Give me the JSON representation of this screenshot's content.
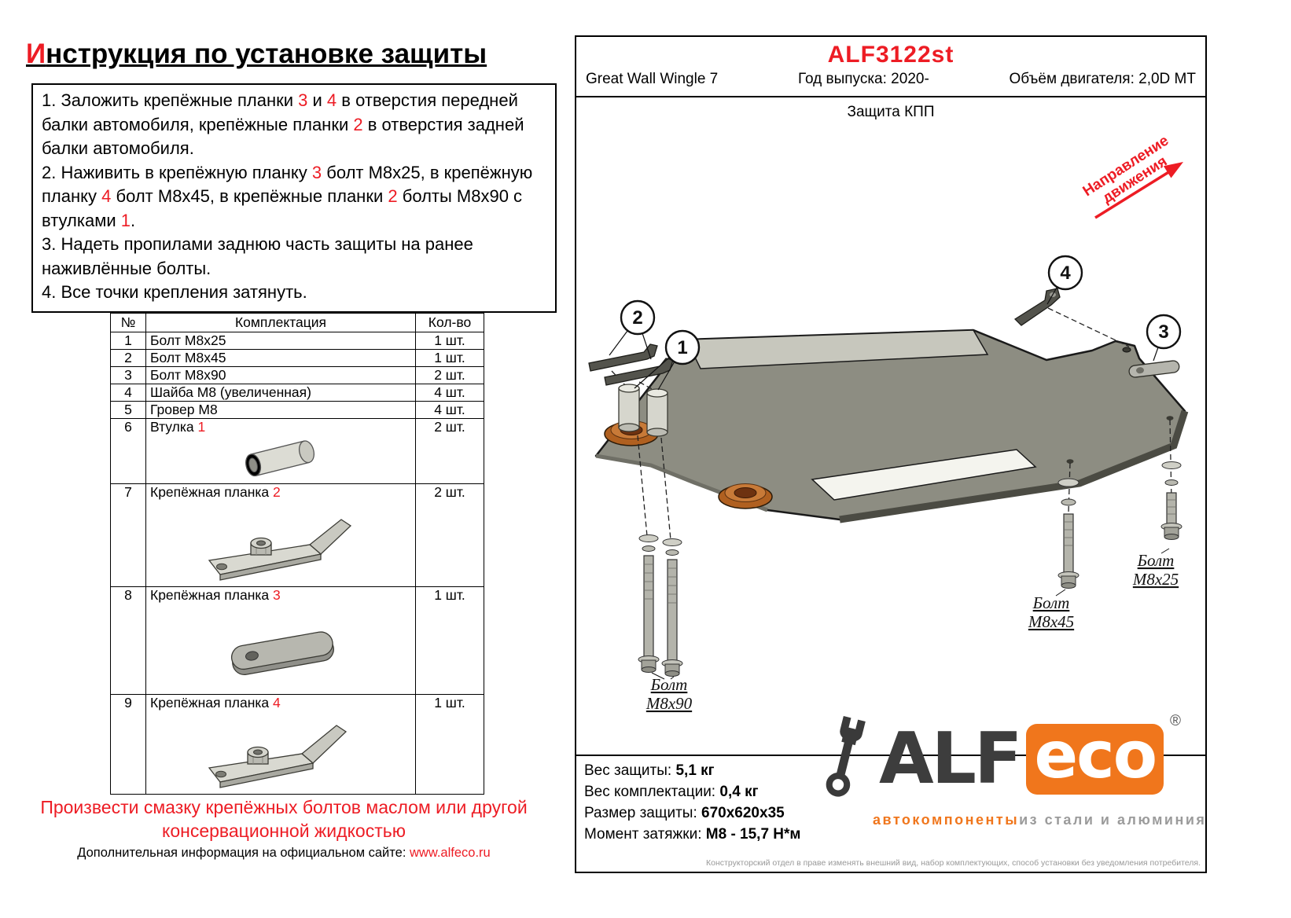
{
  "colors": {
    "accent_red": "#ed1c24",
    "logo_orange": "#f0761c",
    "plate_gray": "#8d8d82",
    "mount_copper": "#b06020"
  },
  "left": {
    "title": {
      "first_letter": "И",
      "rest": "нструкция по установке защиты"
    },
    "instructions": [
      {
        "segments": [
          {
            "text": "1. Заложить крепёжные планки "
          },
          {
            "text": "3",
            "ref": true
          },
          {
            "text": " и "
          },
          {
            "text": "4",
            "ref": true
          },
          {
            "text": " в отверстия передней балки автомобиля, крепёжные планки "
          },
          {
            "text": "2",
            "ref": true
          },
          {
            "text": " в отверстия задней балки автомобиля."
          }
        ]
      },
      {
        "segments": [
          {
            "text": "2. Наживить в крепёжную планку "
          },
          {
            "text": "3",
            "ref": true
          },
          {
            "text": " болт М8х25, в крепёжную планку "
          },
          {
            "text": "4",
            "ref": true
          },
          {
            "text": " болт М8х45, в крепёжные планки "
          },
          {
            "text": "2",
            "ref": true
          },
          {
            "text": " болты М8х90 с втулками "
          },
          {
            "text": "1",
            "ref": true
          },
          {
            "text": "."
          }
        ]
      },
      {
        "segments": [
          {
            "text": "3. Надеть пропилами заднюю часть защиты на ранее наживлённые болты."
          }
        ]
      },
      {
        "segments": [
          {
            "text": "4. Все точки крепления затянуть."
          }
        ]
      }
    ],
    "table": {
      "headers": {
        "num": "№",
        "name": "Комплектация",
        "qty": "Кол-во"
      },
      "rows": [
        {
          "num": "1",
          "name": "Болт М8х25",
          "qty": "1 шт."
        },
        {
          "num": "2",
          "name": "Болт М8х45",
          "qty": "1 шт."
        },
        {
          "num": "3",
          "name": "Болт М8х90",
          "qty": "2 шт."
        },
        {
          "num": "4",
          "name": "Шайба М8 (увеличенная)",
          "qty": "4 шт."
        },
        {
          "num": "5",
          "name": "Гровер М8",
          "qty": "4 шт."
        },
        {
          "num": "6",
          "name": "Втулка ",
          "name_ref": "1",
          "qty": "2 шт."
        },
        {
          "num": "7",
          "name": "Крепёжная планка ",
          "name_ref": "2",
          "qty": "2 шт."
        },
        {
          "num": "8",
          "name": "Крепёжная планка ",
          "name_ref": "3",
          "qty": "1 шт."
        },
        {
          "num": "9",
          "name": "Крепёжная планка ",
          "name_ref": "4",
          "qty": "1 шт."
        }
      ]
    },
    "warning": "Произвести смазку крепёжных болтов маслом или другой консервационной жидкостью",
    "site_note": "Дополнительная информация на официальном сайте: ",
    "site_url": "www.alfeco.ru"
  },
  "panel": {
    "code": "ALF3122st",
    "car_model": "Great Wall Wingle 7",
    "year": "Год выпуска: 2020-",
    "engine": "Объём двигателя: 2,0D МТ",
    "drawing_title": "Защита КПП",
    "direction_line1": "Направление",
    "direction_line2": "движения",
    "callout_1": "1",
    "callout_2": "2",
    "callout_3": "3",
    "callout_4": "4",
    "bolt_labels": {
      "m8x90": {
        "line1": "Болт",
        "line2": "М8х90"
      },
      "m8x45": {
        "line1": "Болт",
        "line2": "М8х45"
      },
      "m8x25": {
        "line1": "Болт",
        "line2": "М8х25"
      }
    },
    "specs": {
      "weight_label": "Вес защиты: ",
      "weight_value": "5,1 кг",
      "kit_weight_label": "Вес комплектации: ",
      "kit_weight_value": "0,4 кг",
      "size_label": "Размер защиты: ",
      "size_value": "670х620х35",
      "torque_label": "Момент затяжки: ",
      "torque_value": "М8 - 15,7 Н*м"
    },
    "logo": {
      "alf": "ALF",
      "eco": "eco",
      "registered": "®",
      "tagline_part1": "автокомпоненты",
      "tagline_part2": "из стали и алюминия"
    },
    "disclaimer": "Конструкторский отдел в праве изменять внешний вид, набор комплектующих, способ установки без уведомления потребителя."
  }
}
